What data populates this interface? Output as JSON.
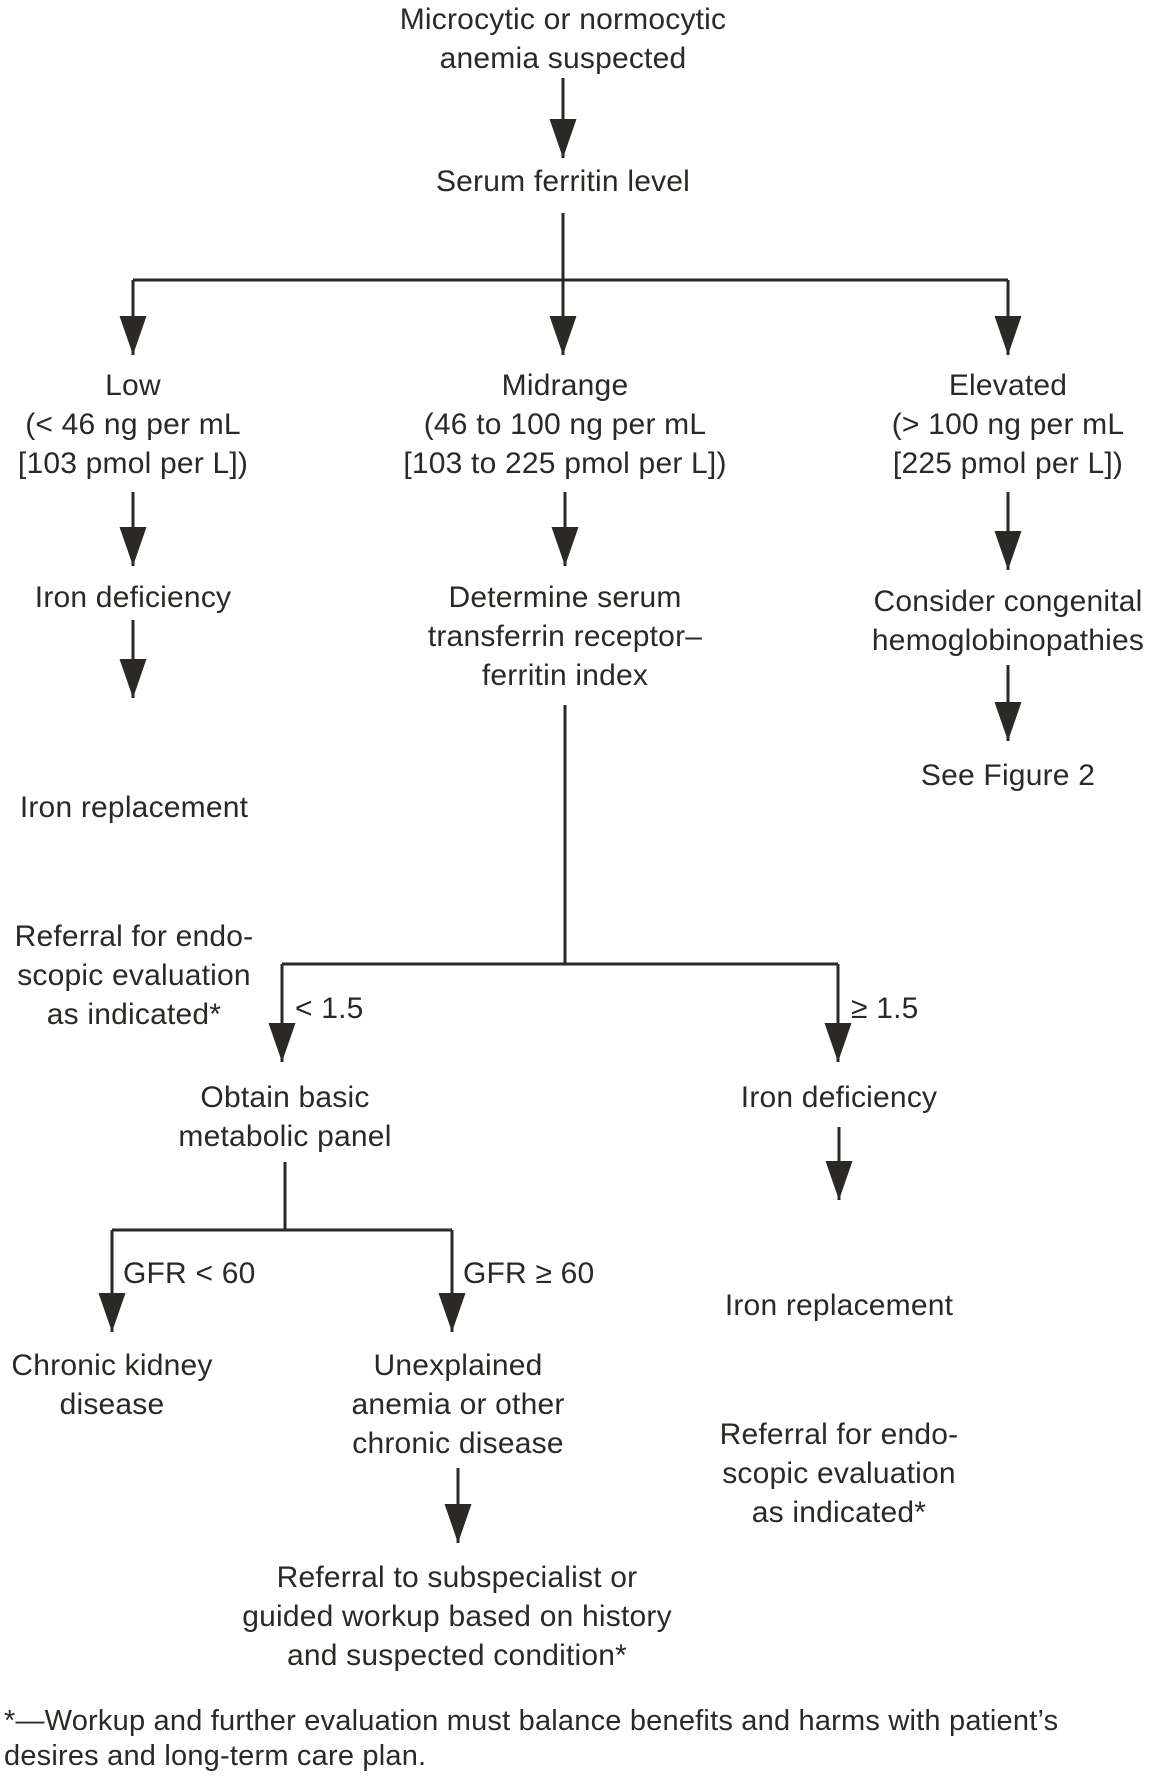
{
  "colors": {
    "ink": "#2b2926",
    "background": "#ffffff"
  },
  "nodes": {
    "start": "Microcytic or normocytic\nanemia suspected",
    "serum_ferritin": "Serum ferritin level",
    "low_label": "Low\n(< 46 ng per mL\n[103 pmol per L])",
    "midrange_label": "Midrange\n(46 to 100 ng per mL\n[103 to 225 pmol per L])",
    "elevated_label": "Elevated\n(> 100 ng per mL\n[225 pmol per L])",
    "iron_deficiency_low": "Iron deficiency",
    "iron_replacement_low": "Iron replacement",
    "referral_endoscopic_low": "Referral for endo-\nscopic evaluation\nas indicated*",
    "determine_index": "Determine serum\ntransferrin receptor–\nferritin index",
    "consider_hemoglobinopathies": "Consider congenital\nhemoglobinopathies",
    "see_figure_2": "See Figure 2",
    "branch_lt_15": "< 1.5",
    "branch_ge_15": "≥ 1.5",
    "obtain_bmp": "Obtain basic\nmetabolic panel",
    "iron_deficiency_right": "Iron deficiency",
    "iron_replacement_right": "Iron replacement",
    "referral_endoscopic_right": "Referral for endo-\nscopic evaluation\nas indicated*",
    "gfr_lt_60": "GFR < 60",
    "gfr_ge_60": "GFR ≥ 60",
    "chronic_kidney_disease": "Chronic kidney\ndisease",
    "unexplained_anemia": "Unexplained\nanemia or other\nchronic disease",
    "referral_subspecialist": "Referral to subspecialist or\nguided workup based on history\nand suspected condition*",
    "footnote": "*—Workup and further evaluation must balance benefits and harms with patient’s\ndesires and long-term care plan."
  }
}
